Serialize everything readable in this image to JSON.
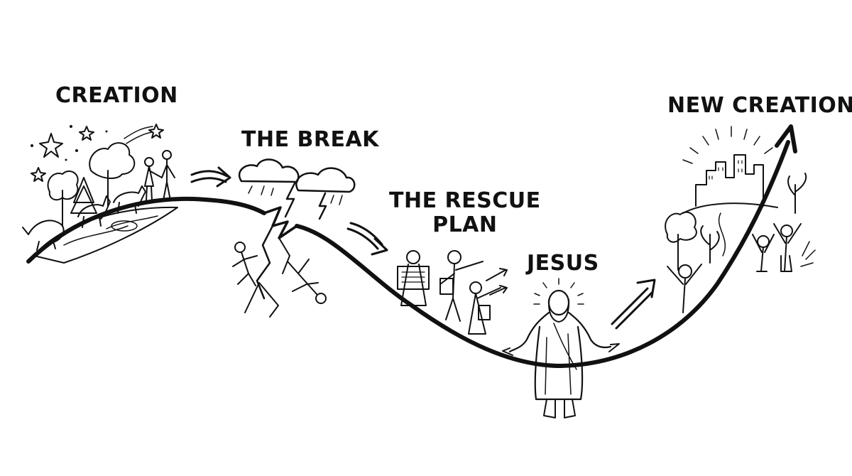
{
  "diagram": {
    "stages": [
      {
        "id": "creation",
        "lines": [
          "CREATION"
        ]
      },
      {
        "id": "break",
        "lines": [
          "THE BREAK"
        ]
      },
      {
        "id": "rescue",
        "lines": [
          "THE RESCUE",
          "PLAN"
        ]
      },
      {
        "id": "jesus",
        "lines": [
          "JESUS"
        ]
      },
      {
        "id": "new-creation",
        "lines": [
          "NEW CREATION"
        ]
      }
    ],
    "style": {
      "ink": "#111111",
      "paper": "#ffffff"
    }
  }
}
